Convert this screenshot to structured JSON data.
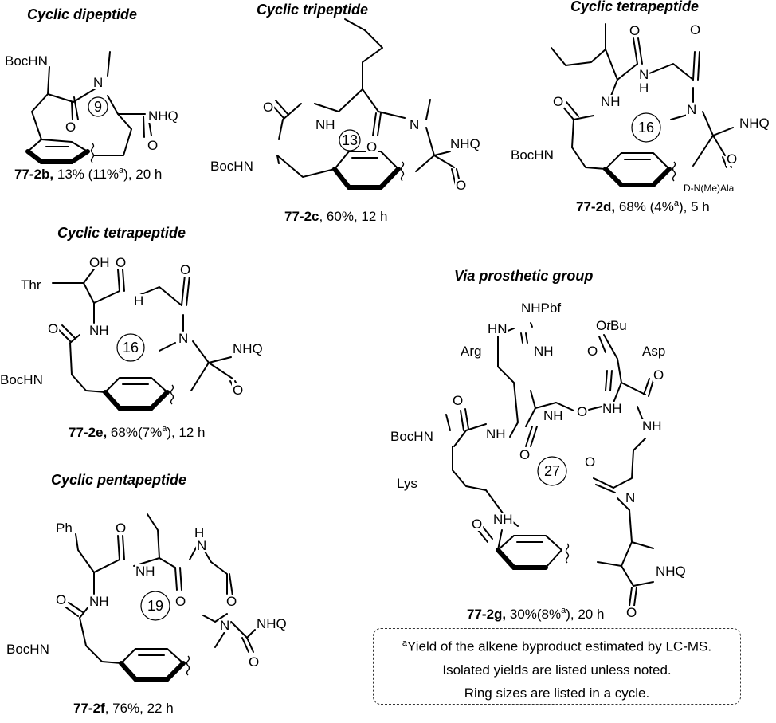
{
  "titles": {
    "dipeptide": "Cyclic dipeptide",
    "tripeptide": "Cyclic tripeptide",
    "tetrapeptide_d": "Cyclic tetrapeptide",
    "tetrapeptide_e": "Cyclic tetrapeptide",
    "pentapeptide": "Cyclic pentapeptide",
    "prosthetic_italic": "Via",
    "prosthetic_rest": " prosthetic group"
  },
  "captions": {
    "c2b": {
      "id": "77-2b,",
      "rest1": " 13% (11%",
      "sup": "a",
      "rest2": "), 20 h"
    },
    "c2c": {
      "id": "77-2c",
      "rest1": ", 60%, 12 h",
      "sup": "",
      "rest2": ""
    },
    "c2d": {
      "id": "77-2d,",
      "rest1": " 68% (4%",
      "sup": "a",
      "rest2": "), 5 h"
    },
    "c2e": {
      "id": "77-2e,",
      "rest1": " 68%(7%",
      "sup": "a",
      "rest2": "), 12 h"
    },
    "c2f": {
      "id": "77-2f",
      "rest1": ", 76%, 22 h",
      "sup": "",
      "rest2": ""
    },
    "c2g": {
      "id": "77-2g,",
      "rest1": " 30%(8%",
      "sup": "a",
      "rest2": "), 20 h"
    }
  },
  "ring_sizes": {
    "b": "9",
    "c": "13",
    "d": "16",
    "e": "16",
    "f": "19",
    "g": "27"
  },
  "atoms": {
    "bochn": "BocHN",
    "nhq": "NHQ",
    "nh": "NH",
    "n": "N",
    "o": "O",
    "h": "H",
    "oh": "OH",
    "thr": "Thr",
    "ph": "Ph",
    "arg": "Arg",
    "asp": "Asp",
    "lys": "Lys",
    "nhpbf": "NHPbf",
    "hn": "HN",
    "otbu_o": "O",
    "otbu_t": "t",
    "otbu_bu": "Bu",
    "dnmeala": "D-N(Me)Ala"
  },
  "note": {
    "sup": "a",
    "line1": "Yield of the alkene byproduct estimated by LC-MS.",
    "line2": "Isolated yields are listed unless noted.",
    "line3": "Ring sizes are listed in a cycle."
  }
}
